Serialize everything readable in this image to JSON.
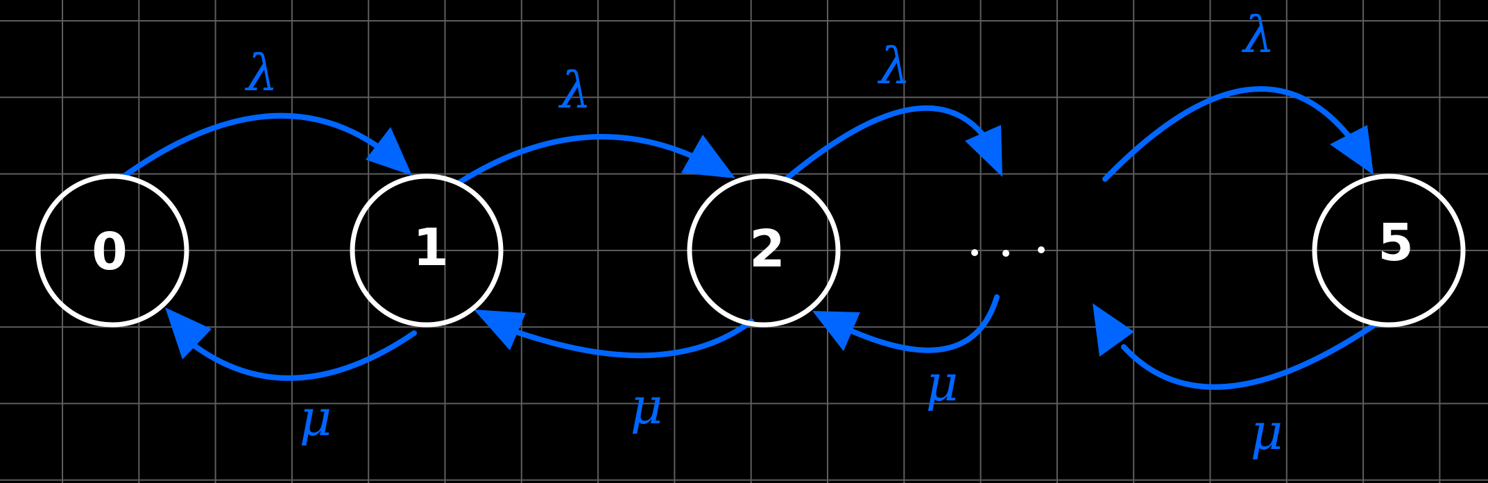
{
  "colors": {
    "background": "#000000",
    "grid": "#5e5e5e",
    "state": "#ffffff",
    "transition": "#0066ff"
  },
  "states": [
    {
      "id": "s0",
      "label": "0"
    },
    {
      "id": "s1",
      "label": "1"
    },
    {
      "id": "s2",
      "label": "2"
    },
    {
      "id": "s5",
      "label": "5"
    }
  ],
  "ellipsis": "...",
  "transitions": [
    {
      "id": "t01",
      "direction": "forward",
      "label": "λ"
    },
    {
      "id": "t12",
      "direction": "forward",
      "label": "λ"
    },
    {
      "id": "t23",
      "direction": "forward",
      "label": "λ"
    },
    {
      "id": "t45",
      "direction": "forward",
      "label": "λ"
    },
    {
      "id": "t10",
      "direction": "backward",
      "label": "μ"
    },
    {
      "id": "t21",
      "direction": "backward",
      "label": "μ"
    },
    {
      "id": "t32",
      "direction": "backward",
      "label": "μ"
    },
    {
      "id": "t54",
      "direction": "backward",
      "label": "μ"
    }
  ]
}
